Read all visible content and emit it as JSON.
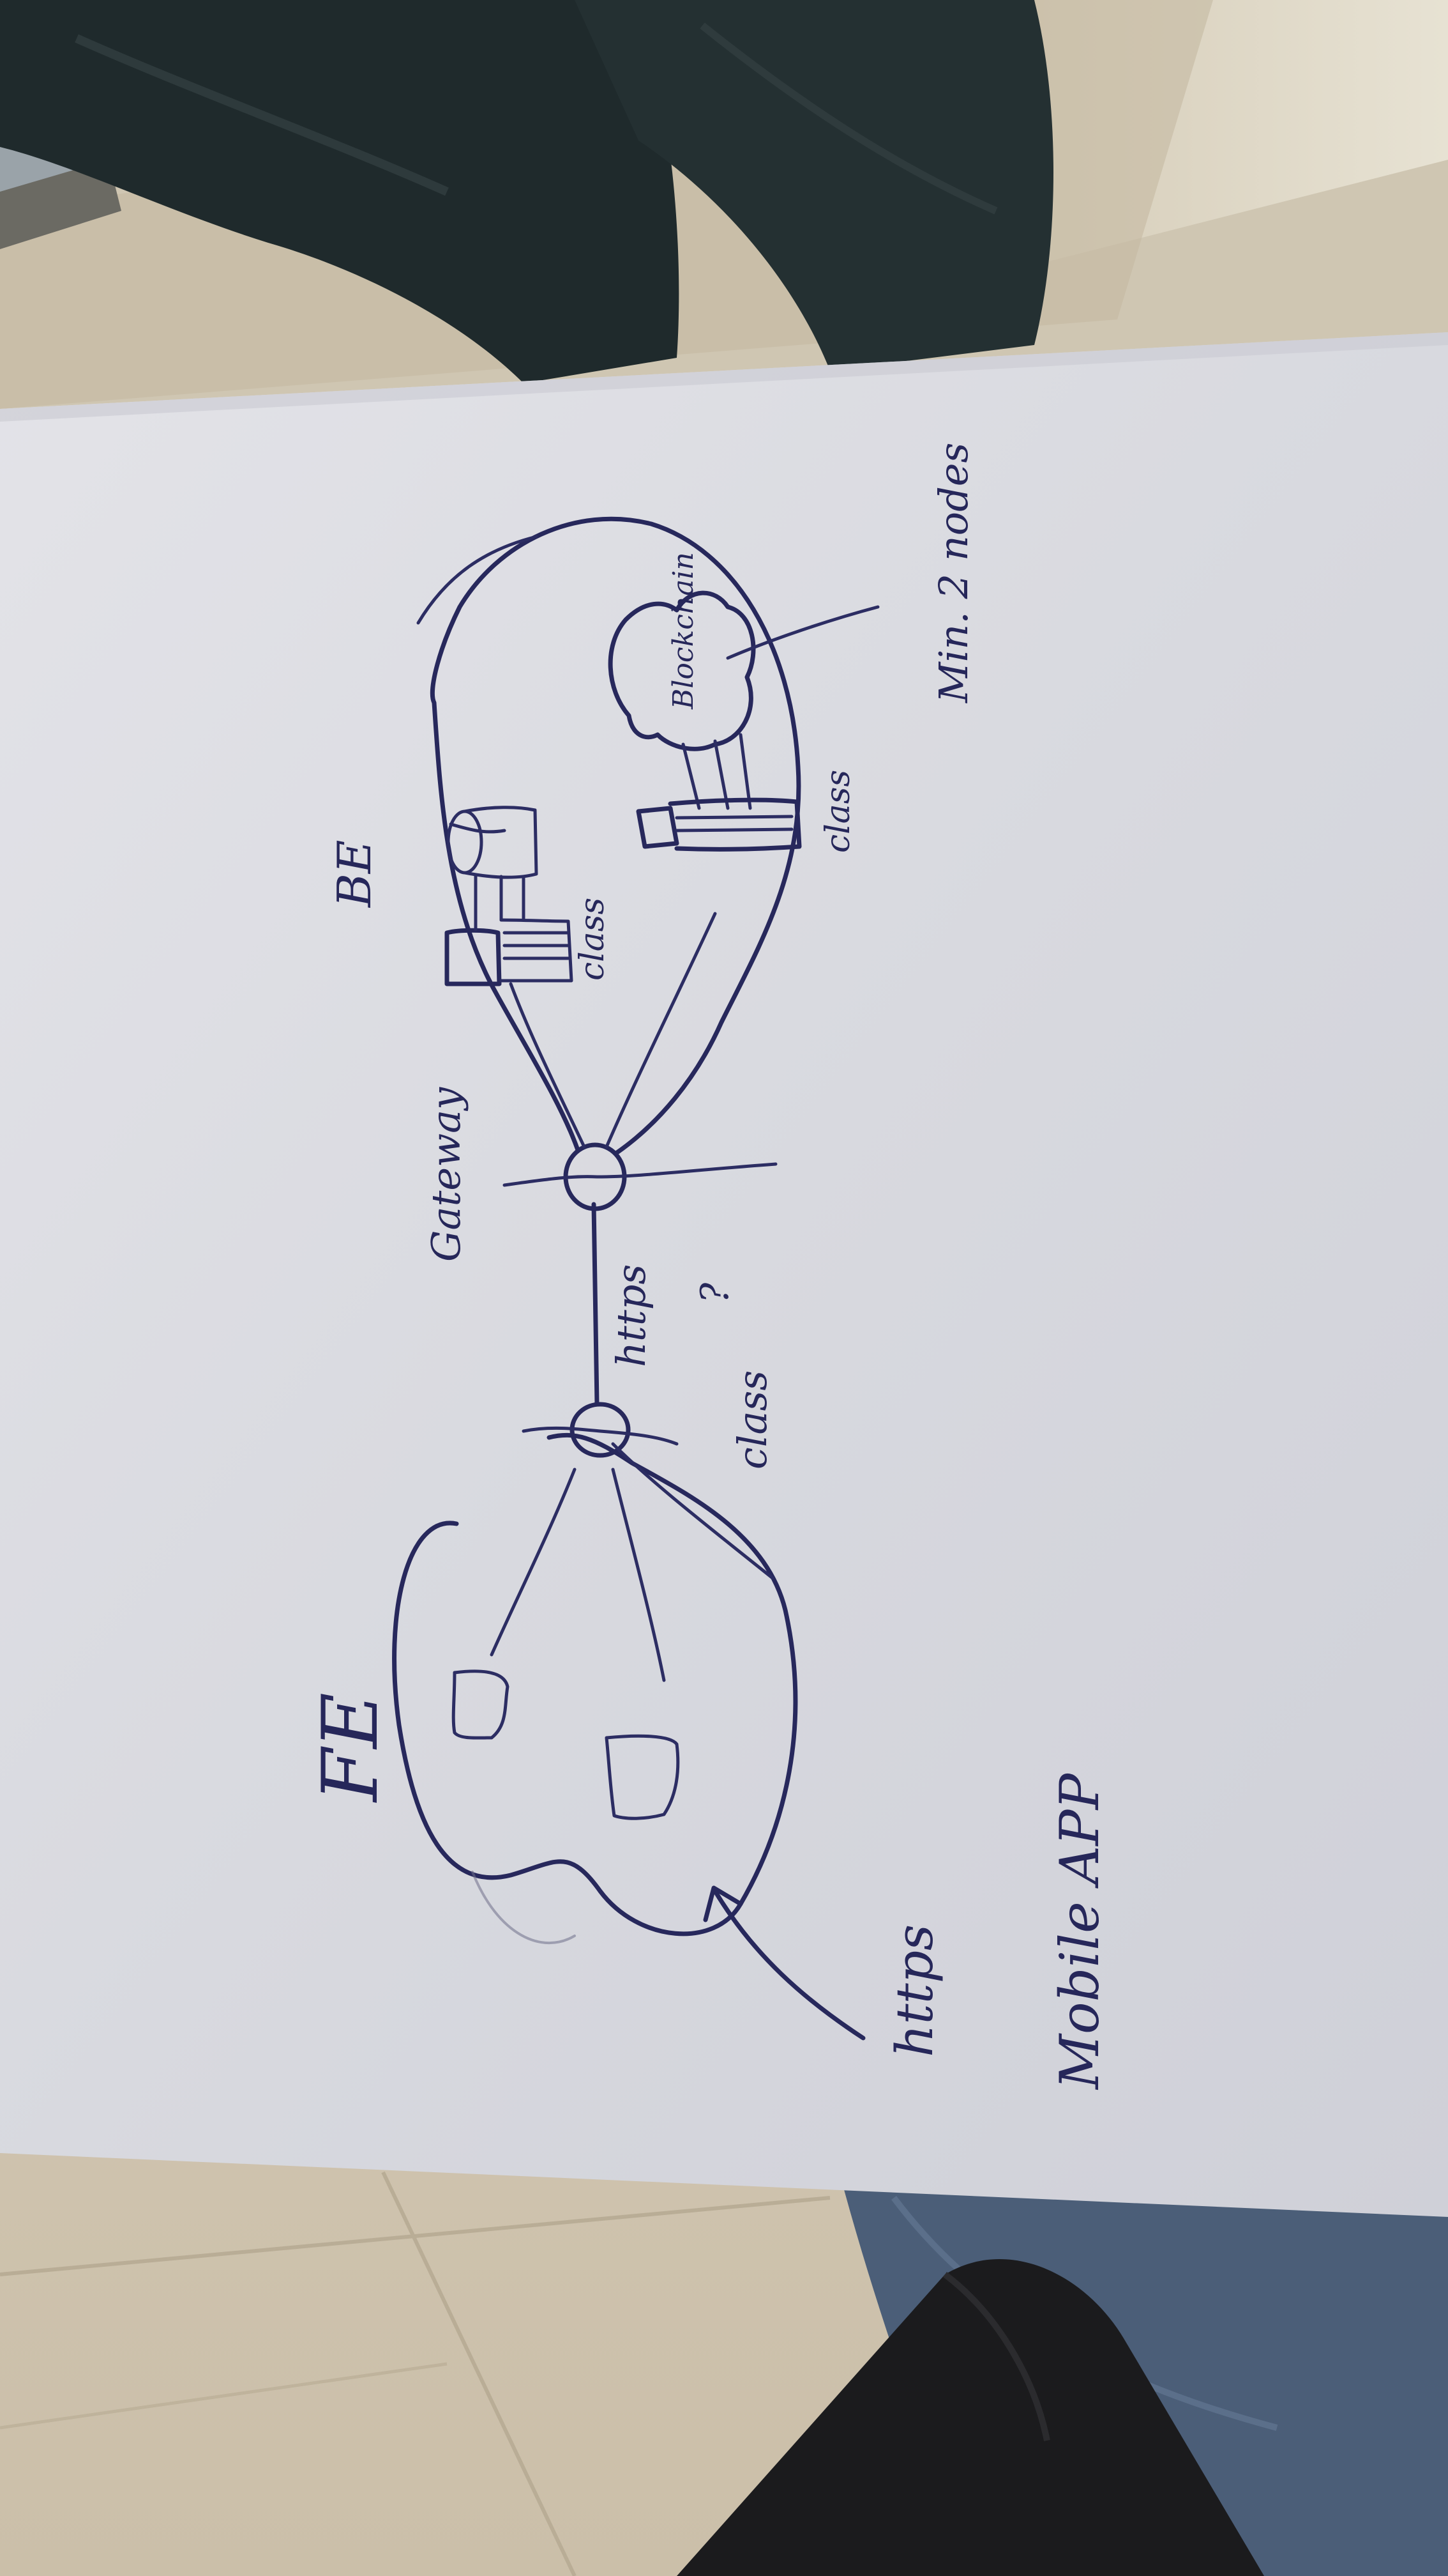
{
  "diagram": {
    "fe_label": "FE",
    "be_label": "BE",
    "gateway_label": "Gateway",
    "https_mid_label": "https",
    "question_mark": "?",
    "class_mid_label": "class",
    "class_db_label": "class",
    "class_chain_label": "class",
    "blockchain_label": "Blockchain",
    "min_nodes_label": "Min. 2 nodes",
    "https_bottom_label": "https",
    "mobile_app_label": "Mobile APP"
  },
  "colors": {
    "paper": "#dcdde3",
    "ink": "#27285c",
    "floor": "#d9cfbf",
    "trousers": "#1f2a2c"
  }
}
